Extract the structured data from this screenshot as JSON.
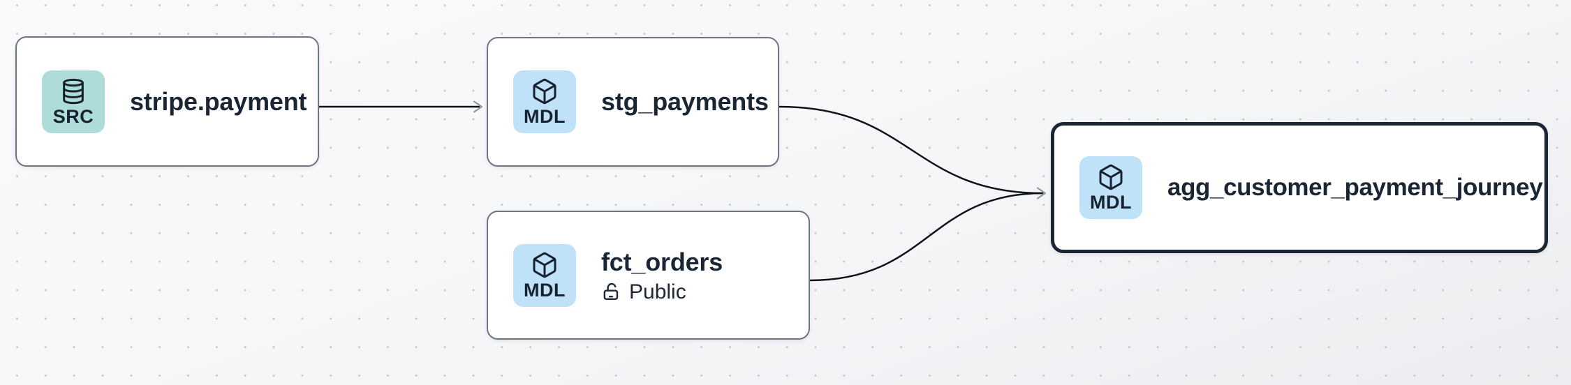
{
  "canvas": {
    "background_color": "#f6f7f9",
    "dot_color": "#c3c7d0",
    "edge_color": "#0f1319",
    "arrowhead_color": "#8d93a0",
    "node_border_color": "#6d7585",
    "selected_border_color": "#1b2534",
    "text_color": "#1b2634"
  },
  "nodes": [
    {
      "id": "stripe.payment",
      "title": "stripe.payment",
      "type": "source",
      "selected": false,
      "badge": {
        "label": "SRC",
        "icon": "database-icon",
        "color": "#aedcd8"
      }
    },
    {
      "id": "stg_payments",
      "title": "stg_payments",
      "type": "model",
      "selected": false,
      "badge": {
        "label": "MDL",
        "icon": "cube-icon",
        "color": "#bfe2f8"
      }
    },
    {
      "id": "fct_orders",
      "title": "fct_orders",
      "type": "model",
      "selected": false,
      "badge": {
        "label": "MDL",
        "icon": "cube-icon",
        "color": "#bfe2f8"
      },
      "access": {
        "icon": "lock-open-icon",
        "label": "Public"
      }
    },
    {
      "id": "agg_customer_payment_journey",
      "title": "agg_customer_payment_journey",
      "type": "model",
      "selected": true,
      "badge": {
        "label": "MDL",
        "icon": "cube-icon",
        "color": "#bfe2f8"
      }
    }
  ],
  "edges": [
    {
      "from": "stripe.payment",
      "to": "stg_payments"
    },
    {
      "from": "stg_payments",
      "to": "agg_customer_payment_journey"
    },
    {
      "from": "fct_orders",
      "to": "agg_customer_payment_journey"
    }
  ]
}
